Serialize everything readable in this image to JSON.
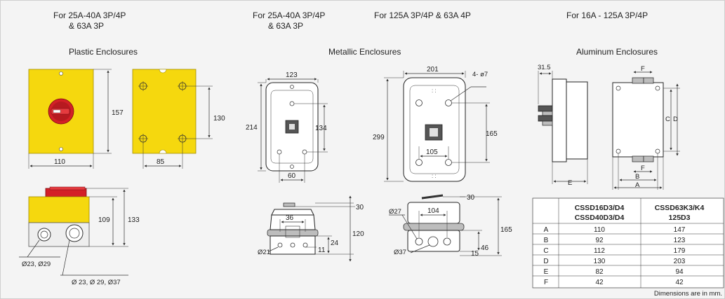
{
  "headers": {
    "col1_line1": "For 25A-40A 3P/4P",
    "col1_line2": "& 63A 3P",
    "col2_line1": "For 25A-40A 3P/4P",
    "col2_line2": "& 63A 3P",
    "col3_line1": "For 125A 3P/4P  & 63A 4P",
    "col4_line1": "For 16A - 125A  3P/4P"
  },
  "sections": {
    "plastic": "Plastic Enclosures",
    "metallic": "Metallic Enclosures",
    "aluminum": "Aluminum Enclosures"
  },
  "dims": {
    "p_height": "157",
    "p_width": "110",
    "p_hole_v": "130",
    "p_hole_h": "85",
    "p_side_a": "109",
    "p_side_b": "133",
    "p_glands_small": "Ø23, Ø29",
    "p_glands_large": "Ø 23, Ø 29, Ø37",
    "m1_w": "123",
    "m1_h": "214",
    "m1_hole_v": "134",
    "m1_hole_h": "60",
    "m1_top": "30",
    "m1_inner": "36",
    "m1_depth": "120",
    "m1_a": "24",
    "m1_b": "11",
    "m1_gland": "Ø21",
    "m2_w": "201",
    "m2_h": "299",
    "m2_holes": "4- ø7",
    "m2_hole_v": "165",
    "m2_hole_h": "105",
    "m2_top": "30",
    "m2_inner": "104",
    "m2_gland_a": "Ø27",
    "m2_gland_b": "Ø37",
    "m2_depth": "165",
    "m2_a": "46",
    "m2_b": "15",
    "a_side": "31.5",
    "a_F": "F",
    "a_C": "C",
    "a_D": "D",
    "a_E": "E",
    "a_B": "B",
    "a_A": "A",
    "a_F2": "F"
  },
  "table": {
    "col1_line1": "CSSD16D3/D4",
    "col1_line2": "CSSD40D3/D4",
    "col2_line1": "CSSD63K3/K4",
    "col2_line2": "125D3",
    "rows": [
      {
        "label": "A",
        "v1": "110",
        "v2": "147"
      },
      {
        "label": "B",
        "v1": "92",
        "v2": "123"
      },
      {
        "label": "C",
        "v1": "112",
        "v2": "179"
      },
      {
        "label": "D",
        "v1": "130",
        "v2": "203"
      },
      {
        "label": "E",
        "v1": "82",
        "v2": "94"
      },
      {
        "label": "F",
        "v1": "42",
        "v2": "42"
      }
    ]
  },
  "footnote": "Dimensions are in mm."
}
